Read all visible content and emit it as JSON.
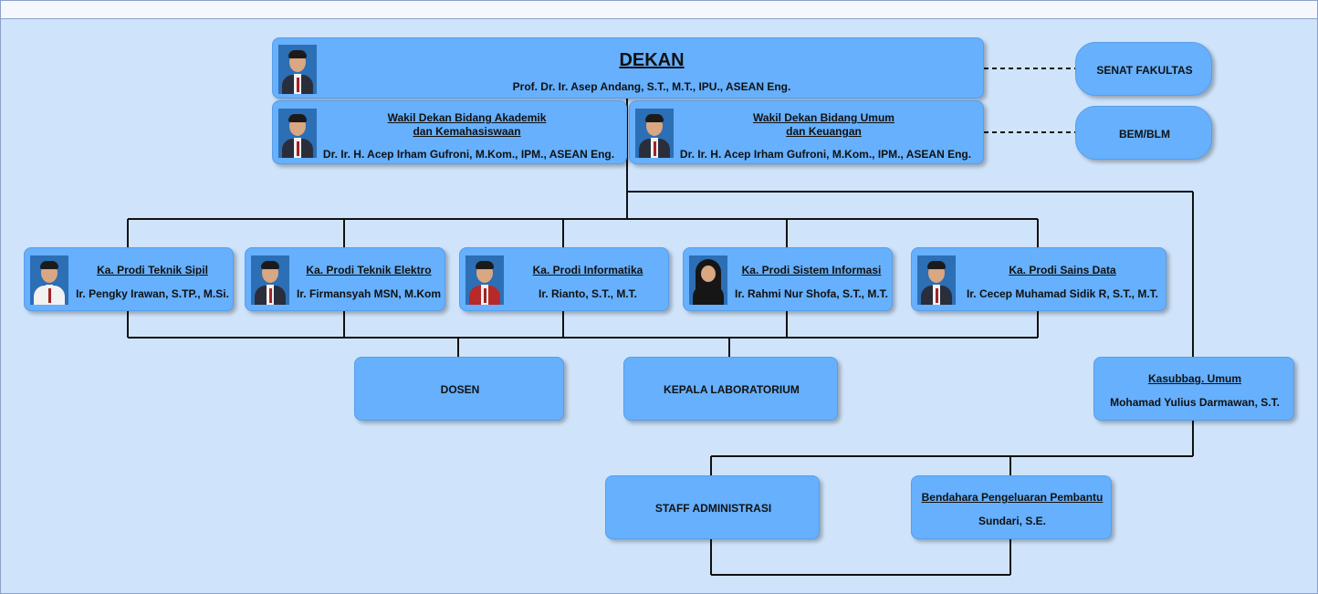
{
  "dekan": {
    "title": "DEKAN",
    "name": "Prof. Dr. Ir. Asep Andang, S.T., M.T., IPU., ASEAN Eng."
  },
  "senat": "SENAT FAKULTAS",
  "bem": "BEM/BLM",
  "wakil_akademik": {
    "title_line1": "Wakil Dekan Bidang Akademik",
    "title_line2": "dan Kemahasiswaan",
    "name": "Dr. Ir. H. Acep Irham Gufroni, M.Kom., IPM., ASEAN Eng."
  },
  "wakil_umum": {
    "title_line1": "Wakil Dekan Bidang Umum",
    "title_line2": "dan Keuangan",
    "name": "Dr. Ir. H. Acep Irham Gufroni, M.Kom., IPM., ASEAN Eng."
  },
  "prodi": [
    {
      "title": "Ka. Prodi Teknik Sipil",
      "name": "Ir. Pengky Irawan, S.TP., M.Si."
    },
    {
      "title": "Ka. Prodi Teknik Elektro",
      "name": "Ir. Firmansyah MSN, M.Kom"
    },
    {
      "title": "Ka. Prodi Informatika",
      "name": "Ir. Rianto, S.T., M.T."
    },
    {
      "title": "Ka. Prodi Sistem Informasi",
      "name": "Ir. Rahmi Nur Shofa, S.T., M.T."
    },
    {
      "title": "Ka. Prodi Sains Data",
      "name": "Ir. Cecep Muhamad Sidik R, S.T., M.T."
    }
  ],
  "dosen": "DOSEN",
  "kepala_lab": "KEPALA LABORATORIUM",
  "kasubbag": {
    "title": "Kasubbag. Umum",
    "name": "Mohamad Yulius Darmawan, S.T."
  },
  "staff": "STAFF ADMINISTRASI",
  "bendahara": {
    "title": "Bendahara Pengeluaran Pembantu",
    "name": "Sundari, S.E."
  }
}
